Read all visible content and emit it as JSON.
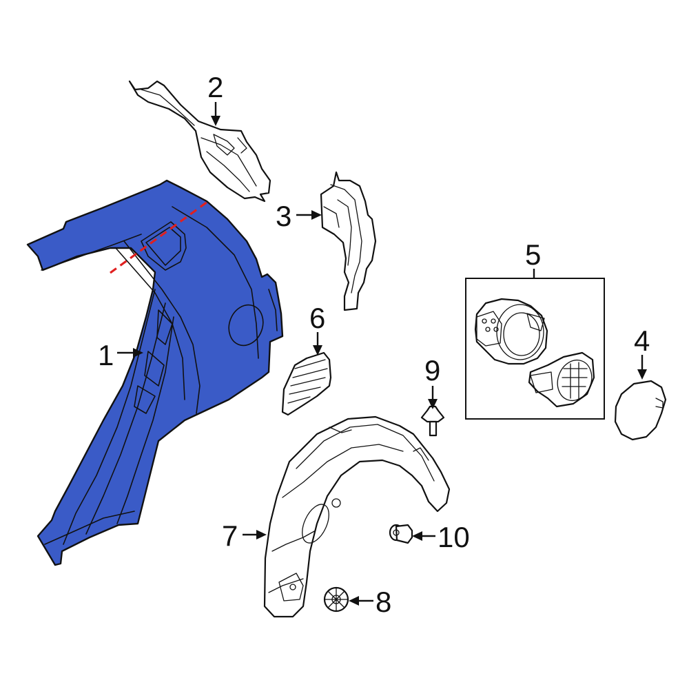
{
  "colors": {
    "highlight_panel": "#3a5bc7",
    "outline": "#111111",
    "cut_line": "#e02020",
    "background": "#ffffff"
  },
  "callouts": [
    {
      "id": "1",
      "label": "1",
      "part": "quarter-panel"
    },
    {
      "id": "2",
      "label": "2",
      "part": "upper-inner-reinforcement"
    },
    {
      "id": "3",
      "label": "3",
      "part": "inner-panel-bracket"
    },
    {
      "id": "4",
      "label": "4",
      "part": "fuel-door"
    },
    {
      "id": "5",
      "label": "5",
      "part": "fuel-filler-housing-assembly"
    },
    {
      "id": "6",
      "label": "6",
      "part": "pressure-vent"
    },
    {
      "id": "7",
      "label": "7",
      "part": "wheel-well-liner"
    },
    {
      "id": "8",
      "label": "8",
      "part": "plug"
    },
    {
      "id": "9",
      "label": "9",
      "part": "push-clip"
    },
    {
      "id": "10",
      "label": "10",
      "part": "rivet-fastener"
    }
  ]
}
